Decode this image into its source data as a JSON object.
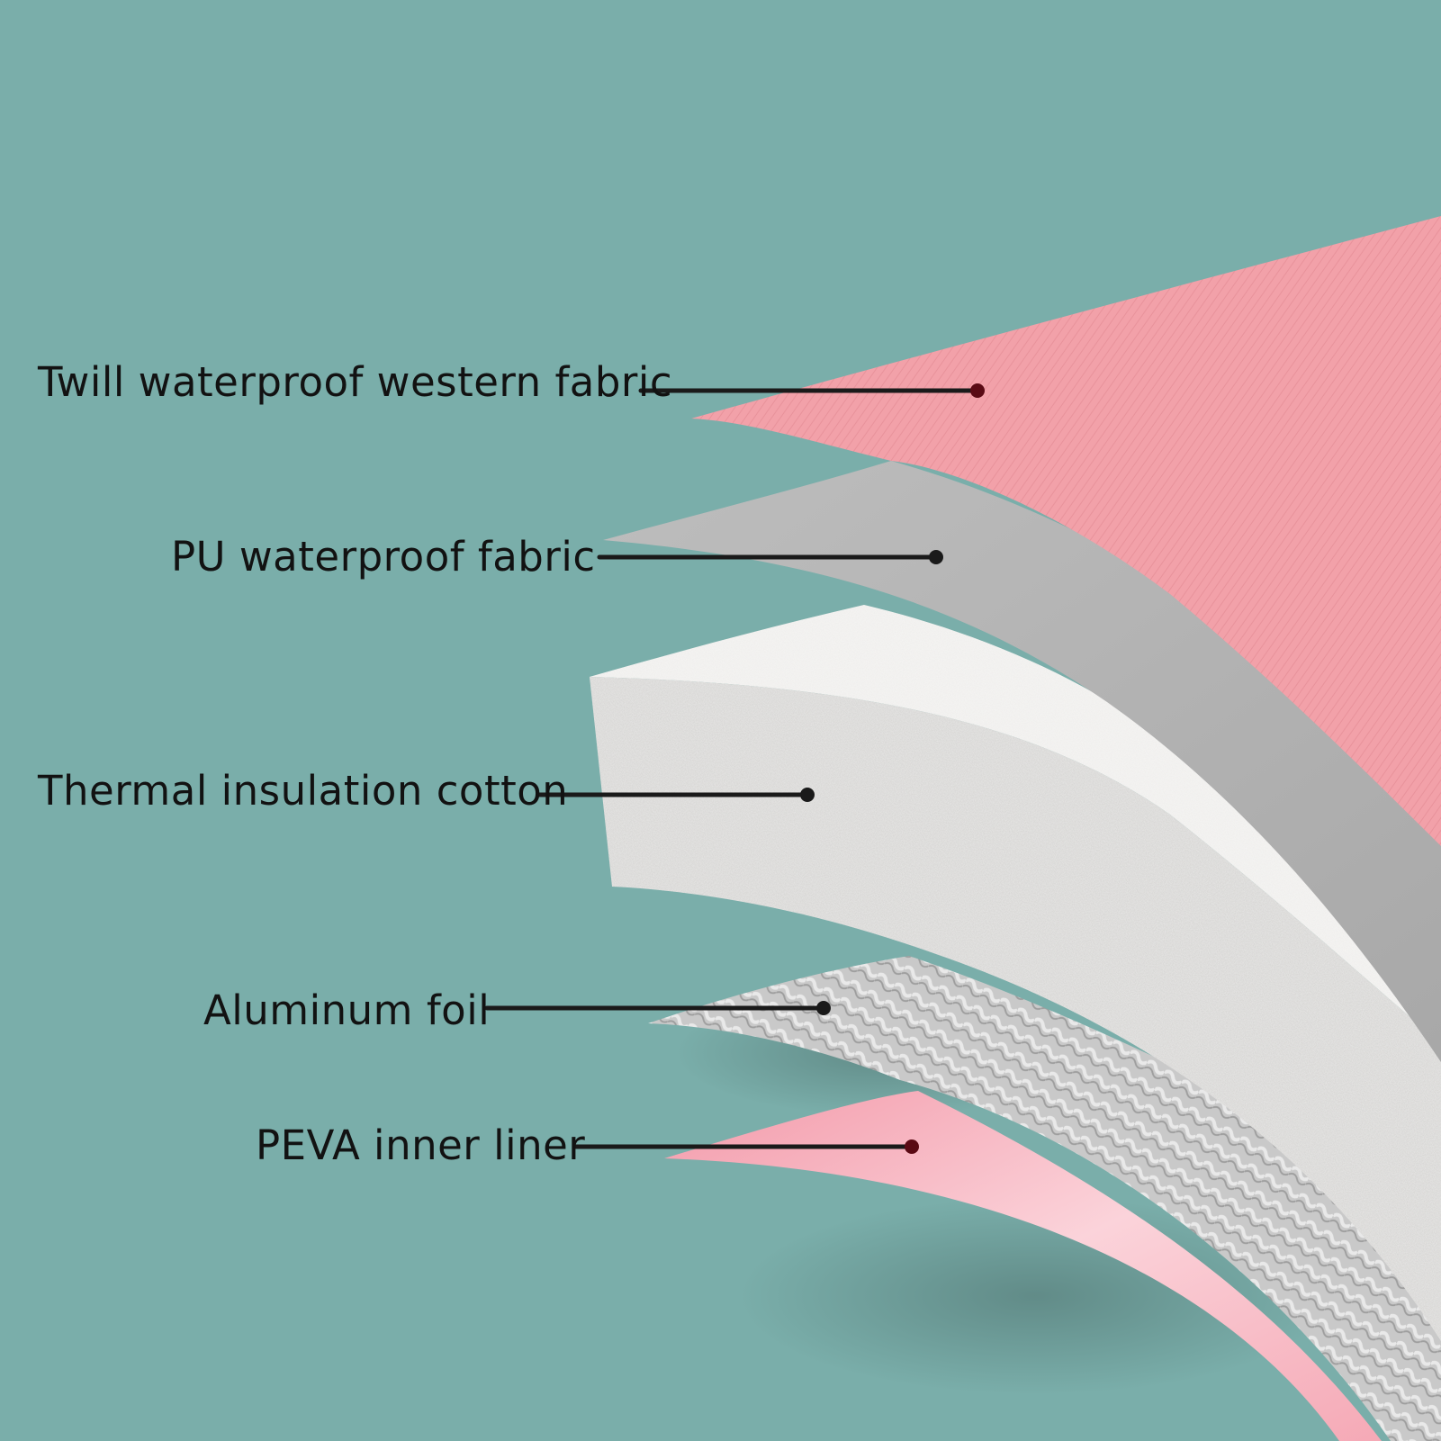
{
  "layers": [
    {
      "label": "Twill waterproof western fabric",
      "color": "#f2a1a9"
    },
    {
      "label": "PU waterproof fabric",
      "color": "#b3b3b3"
    },
    {
      "label": "Thermal insulation cotton",
      "color": "#dddcda"
    },
    {
      "label": "Aluminum foil",
      "color": "#d0d0d0"
    },
    {
      "label": "PEVA inner liner",
      "color": "#f7b8c3"
    }
  ],
  "background_color": "#7aaeaa",
  "leader_color": "#1a1a1a"
}
